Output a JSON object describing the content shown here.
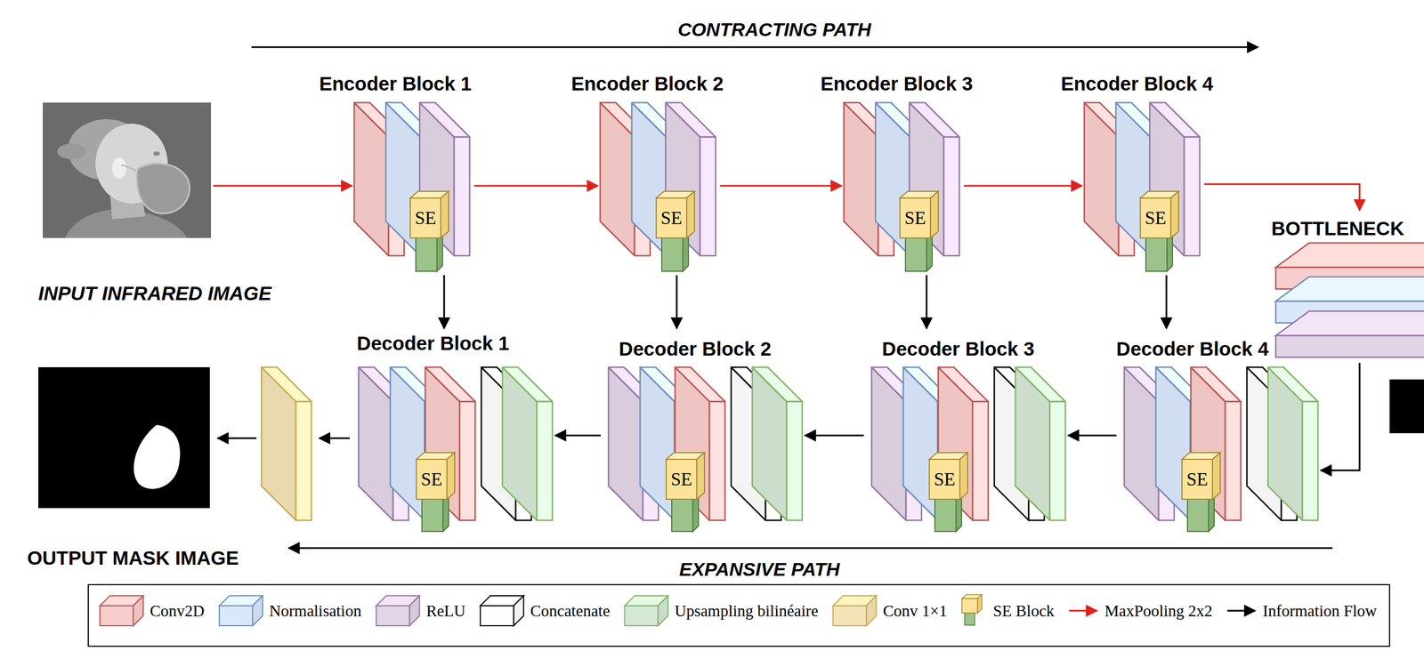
{
  "diagram": {
    "nodes": [
      {
        "text": [
          "INPUT INFRARED IMAGE"
        ]
      },
      {
        "text": [
          "Encoder Block 1"
        ]
      },
      {
        "text": [
          "SE"
        ],
        "in": 1
      },
      {
        "text": [
          "Encoder Block 2"
        ]
      },
      {
        "text": [
          "SE"
        ],
        "in": 3
      },
      {
        "text": [
          "Encoder Block 3"
        ]
      },
      {
        "text": [
          "SE"
        ],
        "in": 5
      },
      {
        "text": [
          "Encoder Block 4"
        ]
      },
      {
        "text": [
          "SE"
        ],
        "in": 7
      },
      {
        "text": [
          "BOTTLENECK"
        ]
      },
      {
        "text": [
          "Decoder Block 1"
        ]
      },
      {
        "text": [
          "SE"
        ],
        "in": 10
      },
      {
        "text": [
          "Decoder Block 2"
        ]
      },
      {
        "text": [
          "SE"
        ],
        "in": 12
      },
      {
        "text": [
          "Decoder Block 3"
        ]
      },
      {
        "text": [
          "SE"
        ],
        "in": 14
      },
      {
        "text": [
          "Decoder Block 4"
        ]
      },
      {
        "text": [
          "SE"
        ],
        "in": 16
      },
      {
        "text": [
          "OUTPUT MASK IMAGE"
        ]
      }
    ],
    "edges": [
      {
        "from": 0,
        "to": 1,
        "arrow": "to"
      },
      {
        "from": 1,
        "to": 3,
        "arrow": "to"
      },
      {
        "from": 3,
        "to": 5,
        "arrow": "to"
      },
      {
        "from": 5,
        "to": 7,
        "arrow": "to"
      },
      {
        "from": 7,
        "to": 9,
        "arrow": "to"
      },
      {
        "from": 1,
        "to": 10,
        "arrow": "to"
      },
      {
        "from": 3,
        "to": 12,
        "arrow": "to"
      },
      {
        "from": 5,
        "to": 14,
        "arrow": "to"
      },
      {
        "from": 7,
        "to": 16,
        "arrow": "to"
      },
      {
        "from": 9,
        "to": 16,
        "arrow": "to"
      },
      {
        "from": 16,
        "to": 14,
        "arrow": "to"
      },
      {
        "from": 14,
        "to": 12,
        "arrow": "to"
      },
      {
        "from": 12,
        "to": 10,
        "arrow": "to"
      }
    ],
    "labels": [
      "CONTRACTING PATH",
      "EXPANSIVE PATH"
    ],
    "legend": [
      {
        "text": "Conv2D",
        "color": "#f8cecc"
      },
      {
        "text": "Normalisation",
        "color": "#dae8fc"
      },
      {
        "text": "ReLU",
        "color": "#e1d5e7"
      },
      {
        "text": "Concatenate",
        "color": "#ffffff"
      },
      {
        "text": "Upsampling bilinéaire",
        "color": "#d5e8d4"
      },
      {
        "text": "Conv 1×1",
        "color": "#f3e3b6"
      },
      {
        "text": "SE Block"
      },
      {
        "text": "MaxPooling 2x2"
      },
      {
        "text": "Information Flow"
      }
    ]
  }
}
